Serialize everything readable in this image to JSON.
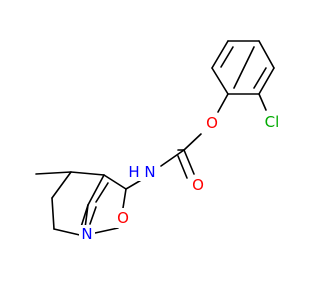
{
  "molecule": {
    "colors": {
      "bond": "#000000",
      "carbon": "#000000",
      "oxygen": "#ff0000",
      "nitrogen": "#0000ff",
      "chlorine": "#00aa00"
    },
    "labels": {
      "cl": "Cl",
      "o_ether": "O",
      "o_carbonyl": "O",
      "nh": "N",
      "h": "H",
      "n_ring": "N",
      "o_ring": "O"
    }
  }
}
